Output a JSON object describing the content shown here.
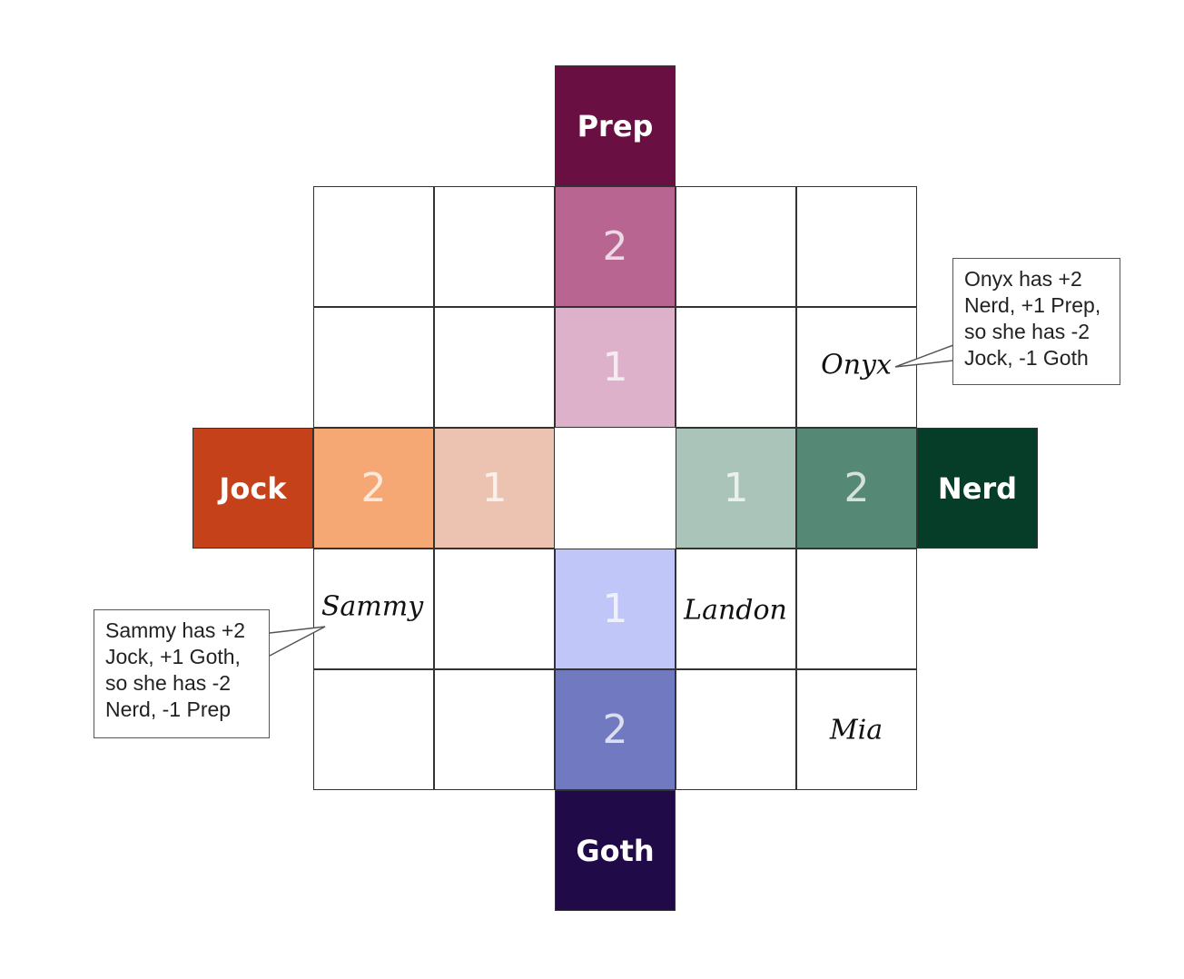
{
  "axes": {
    "prep": {
      "label": "Prep",
      "color": "#6a0f42"
    },
    "jock": {
      "label": "Jock",
      "color": "#c4411a"
    },
    "nerd": {
      "label": "Nerd",
      "color": "#063d28"
    },
    "goth": {
      "label": "Goth",
      "color": "#200a47"
    }
  },
  "steps": {
    "prep2": {
      "label": "2",
      "color": "#b86592"
    },
    "prep1": {
      "label": "1",
      "color": "#deb1cb"
    },
    "jock2": {
      "label": "2",
      "color": "#f6a874"
    },
    "jock1": {
      "label": "1",
      "color": "#ecc2b0"
    },
    "nerd1": {
      "label": "1",
      "color": "#abc4b9"
    },
    "nerd2": {
      "label": "2",
      "color": "#558875"
    },
    "goth1": {
      "label": "1",
      "color": "#c0c6f8"
    },
    "goth2": {
      "label": "2",
      "color": "#7179c1"
    }
  },
  "names": {
    "sammy": "Sammy",
    "landon": "Landon",
    "onyx": "Onyx",
    "mia": "Mia"
  },
  "callouts": {
    "onyx": [
      "Onyx has +2",
      "Nerd, +1 Prep,",
      "so she has -2",
      "Jock, -1 Goth"
    ],
    "sammy": [
      "Sammy has +2",
      "Jock, +1 Goth,",
      "so she has -2",
      "Nerd, -1 Prep"
    ]
  }
}
